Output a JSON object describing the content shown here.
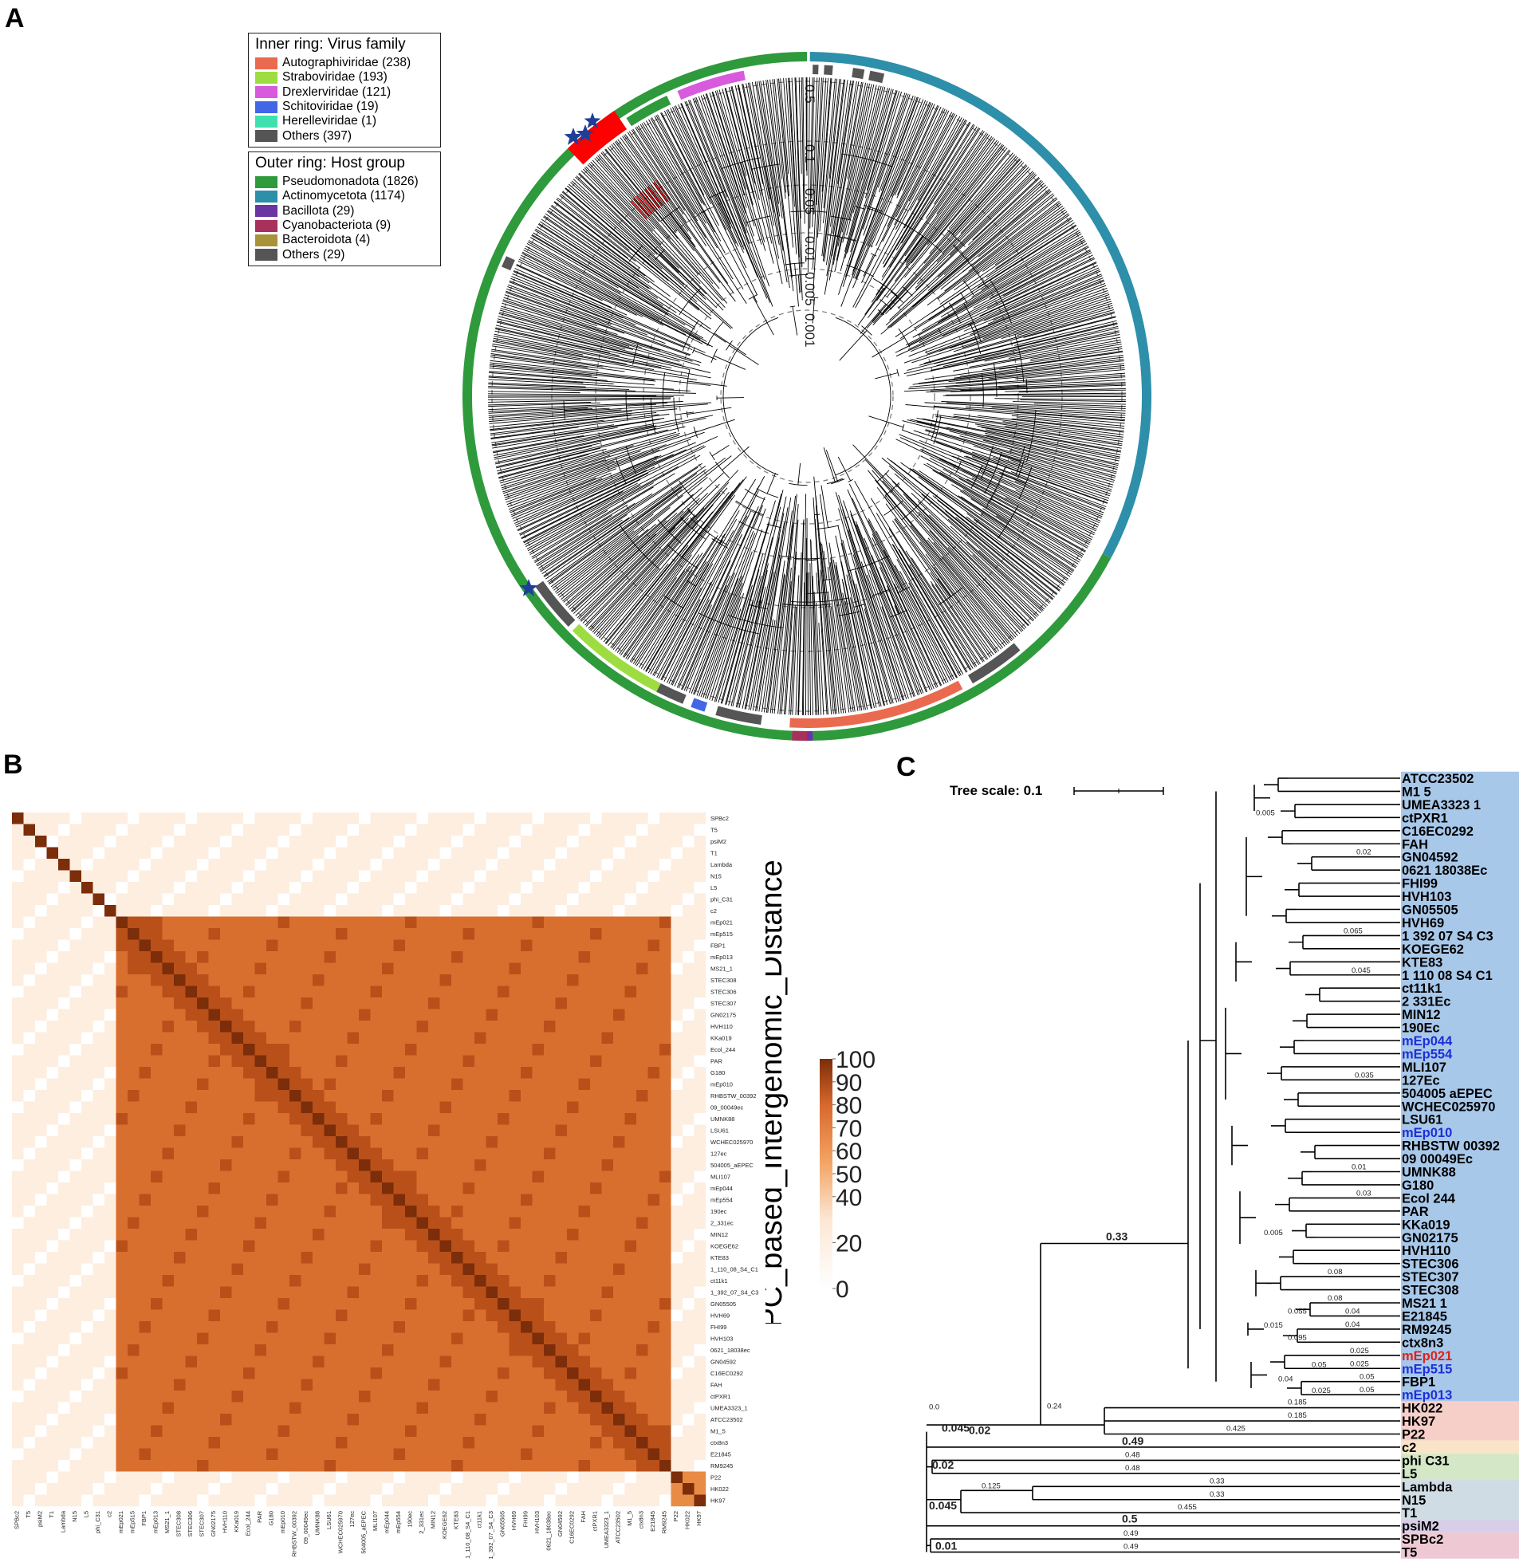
{
  "panels": {
    "a": "A",
    "b": "B",
    "c": "C"
  },
  "colors": {
    "pseudo": "#2e9a3c",
    "actino": "#2d8faa",
    "autog": "#ea6a4f",
    "strabo": "#9edd42",
    "drex": "#d75bdc",
    "schito": "#4267e6",
    "herell": "#3fe0b0",
    "others": "#555555",
    "bacillota": "#6a35a3",
    "cyano": "#a8305c",
    "bactero": "#a8923a",
    "red": "#ff0000",
    "star": "#1d3f9a"
  },
  "legend_inner": {
    "title": "Inner ring: Virus family",
    "items": [
      {
        "label": "Autographiviridae (238)",
        "color": "#ea6a4f"
      },
      {
        "label": "Straboviridae (193)",
        "color": "#9edd42"
      },
      {
        "label": "Drexlerviridae (121)",
        "color": "#d75bdc"
      },
      {
        "label": "Schitoviridae (19)",
        "color": "#4267e6"
      },
      {
        "label": "Herelleviridae (1)",
        "color": "#3fe0b0"
      },
      {
        "label": "Others (397)",
        "color": "#555555"
      }
    ]
  },
  "legend_outer": {
    "title": "Outer ring: Host group",
    "items": [
      {
        "label": "Pseudomonadota (1826)",
        "color": "#2e9a3c"
      },
      {
        "label": "Actinomycetota (1174)",
        "color": "#2d8faa"
      },
      {
        "label": "Bacillota (29)",
        "color": "#6a35a3"
      },
      {
        "label": "Cyanobacteriota (9)",
        "color": "#a8305c"
      },
      {
        "label": "Bacteroidota (4)",
        "color": "#a8923a"
      },
      {
        "label": "Others (29)",
        "color": "#555555"
      }
    ]
  },
  "scale_labels": [
    "0.5",
    "0.1",
    "0.05",
    "0.01",
    "0.005",
    "0.001"
  ],
  "heatmap": {
    "colorbar_title": "PC_based_Intergenomic_Distance",
    "colorbar_ticks": [
      "100",
      "90",
      "80",
      "70",
      "60",
      "50",
      "40",
      "20",
      "0"
    ],
    "labels": [
      "SPBc2",
      "T5",
      "psiM2",
      "T1",
      "Lambda",
      "N15",
      "L5",
      "phi_C31",
      "c2",
      "mEp021",
      "mEp515",
      "FBP1",
      "mEp013",
      "MS21_1",
      "STEC308",
      "STEC306",
      "STEC307",
      "GN02175",
      "HVH110",
      "KKa019",
      "Ecol_244",
      "PAR",
      "G180",
      "mEp010",
      "RHBSTW_00392",
      "09_00049ec",
      "UMNK88",
      "LSU61",
      "WCHEC025970",
      "127ec",
      "504005_aEPEC",
      "MLI107",
      "mEp044",
      "mEp554",
      "190ec",
      "2_331ec",
      "MIN12",
      "KOEGE62",
      "KTE83",
      "1_110_08_S4_C1",
      "ct11k1",
      "1_392_07_S4_C3",
      "GN05505",
      "HVH69",
      "FHI99",
      "HVH103",
      "0621_18038ec",
      "GN04592",
      "C16EC0292",
      "FAH",
      "ctPXR1",
      "UMEA3323_1",
      "ATCC23502",
      "M1_5",
      "ctx8n3",
      "E21845",
      "RM9245",
      "P22",
      "HK022",
      "HK97"
    ]
  },
  "tree": {
    "scale_label": "Tree scale: 0.1",
    "leaves": [
      {
        "name": "ATCC23502",
        "color": "#000"
      },
      {
        "name": "M1 5",
        "color": "#000"
      },
      {
        "name": "UMEA3323 1",
        "color": "#000"
      },
      {
        "name": "ctPXR1",
        "color": "#000"
      },
      {
        "name": "C16EC0292",
        "color": "#000"
      },
      {
        "name": "FAH",
        "color": "#000"
      },
      {
        "name": "GN04592",
        "color": "#000"
      },
      {
        "name": "0621 18038Ec",
        "color": "#000"
      },
      {
        "name": "FHI99",
        "color": "#000"
      },
      {
        "name": "HVH103",
        "color": "#000"
      },
      {
        "name": "GN05505",
        "color": "#000"
      },
      {
        "name": "HVH69",
        "color": "#000"
      },
      {
        "name": "1 392 07 S4 C3",
        "color": "#000"
      },
      {
        "name": "KOEGE62",
        "color": "#000"
      },
      {
        "name": "KTE83",
        "color": "#000"
      },
      {
        "name": "1 110 08 S4 C1",
        "color": "#000"
      },
      {
        "name": "ct11k1",
        "color": "#000"
      },
      {
        "name": "2 331Ec",
        "color": "#000"
      },
      {
        "name": "MIN12",
        "color": "#000"
      },
      {
        "name": "190Ec",
        "color": "#000"
      },
      {
        "name": "mEp044",
        "color": "#1c2fd8"
      },
      {
        "name": "mEp554",
        "color": "#1c2fd8"
      },
      {
        "name": "MLI107",
        "color": "#000"
      },
      {
        "name": "127Ec",
        "color": "#000"
      },
      {
        "name": "504005 aEPEC",
        "color": "#000"
      },
      {
        "name": "WCHEC025970",
        "color": "#000"
      },
      {
        "name": "LSU61",
        "color": "#000"
      },
      {
        "name": "mEp010",
        "color": "#1c2fd8"
      },
      {
        "name": "RHBSTW 00392",
        "color": "#000"
      },
      {
        "name": "09 00049Ec",
        "color": "#000"
      },
      {
        "name": "UMNK88",
        "color": "#000"
      },
      {
        "name": "G180",
        "color": "#000"
      },
      {
        "name": "Ecol 244",
        "color": "#000"
      },
      {
        "name": "PAR",
        "color": "#000"
      },
      {
        "name": "KKa019",
        "color": "#000"
      },
      {
        "name": "GN02175",
        "color": "#000"
      },
      {
        "name": "HVH110",
        "color": "#000"
      },
      {
        "name": "STEC306",
        "color": "#000"
      },
      {
        "name": "STEC307",
        "color": "#000"
      },
      {
        "name": "STEC308",
        "color": "#000"
      },
      {
        "name": "MS21 1",
        "color": "#000"
      },
      {
        "name": "E21845",
        "color": "#000"
      },
      {
        "name": "RM9245",
        "color": "#000"
      },
      {
        "name": "ctx8n3",
        "color": "#000"
      },
      {
        "name": "mEp021",
        "color": "#e0201c"
      },
      {
        "name": "mEp515",
        "color": "#1c2fd8"
      },
      {
        "name": "FBP1",
        "color": "#000"
      },
      {
        "name": "mEp013",
        "color": "#1c2fd8"
      },
      {
        "name": "HK022",
        "color": "#000"
      },
      {
        "name": "HK97",
        "color": "#000"
      },
      {
        "name": "P22",
        "color": "#000"
      },
      {
        "name": "c2",
        "color": "#000"
      },
      {
        "name": "phi C31",
        "color": "#000"
      },
      {
        "name": "L5",
        "color": "#000"
      },
      {
        "name": "Lambda",
        "color": "#000"
      },
      {
        "name": "N15",
        "color": "#000"
      },
      {
        "name": "T1",
        "color": "#000"
      },
      {
        "name": "psiM2",
        "color": "#000"
      },
      {
        "name": "SPBc2",
        "color": "#000"
      },
      {
        "name": "T5",
        "color": "#000"
      }
    ],
    "group_colors": [
      "#a8c8ea",
      "#f6cfc9",
      "#fae4c8",
      "#d4e8c7",
      "#cfdce4",
      "#d7cfe8",
      "#eec9d4"
    ],
    "branch_labels": {
      "root_main": "0.33",
      "b045a": "0.045",
      "b02": "0.02",
      "b049a": "0.49",
      "b002": "0.02",
      "b045b": "0.045",
      "b05": "0.5",
      "b001": "0.01",
      "l024": "0.24",
      "l0185a": "0.185",
      "l0185b": "0.185",
      "l0425": "0.425",
      "l048a": "0.48",
      "l048b": "0.48",
      "l0125": "0.125",
      "l033a": "0.33",
      "l033b": "0.33",
      "l0455": "0.455",
      "l049b": "0.49",
      "l049c": "0.49",
      "l00": "0.0",
      "e021": "0.025",
      "e515": "0.025",
      "eFBP": "0.05",
      "e013": "0.05",
      "e05": "0.05",
      "e04": "0.04",
      "e0025": "0.025",
      "e0095": "0.095",
      "e0055": "0.055",
      "e004a": "0.04",
      "e004b": "0.04",
      "e0015": "0.015",
      "e008a": "0.08",
      "e008b": "0.08",
      "e003": "0.03",
      "e0035": "0.035",
      "e005": "0.005",
      "e0065": "0.065",
      "e0045": "0.045",
      "e002": "0.02",
      "e0005": "0.005",
      "e001": "0.01"
    }
  }
}
